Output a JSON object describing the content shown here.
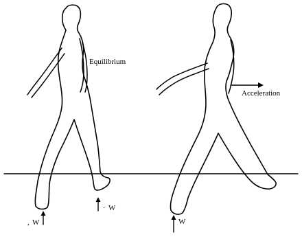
{
  "diagram": {
    "labels": {
      "equilibrium": "Equilibrium",
      "acceleration": "Acceleration",
      "w_left_back": "W",
      "w_left_front": "W",
      "w_right": "W"
    }
  }
}
